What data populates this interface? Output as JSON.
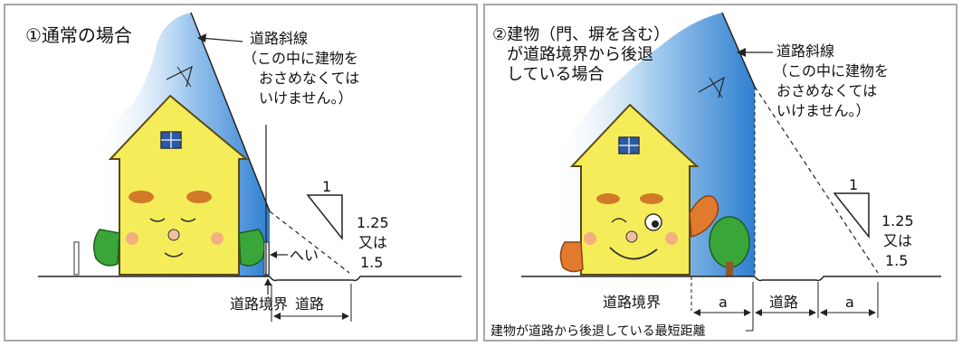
{
  "panel1": {
    "title": "①通常の場合",
    "callout_title": "道路斜線",
    "callout_lines": [
      "（この中に建物を",
      "おさめなくては",
      "いけません。）"
    ],
    "slope_top": "1",
    "slope_side": [
      "1.25",
      "又は",
      "1.5"
    ],
    "fence_label": "へい",
    "boundary_label": "道路境界",
    "road_label": "道路"
  },
  "panel2": {
    "title_lines": [
      "②建物（門、塀を含む）",
      "が道路境界から後退",
      "している場合"
    ],
    "callout_title": "道路斜線",
    "callout_lines": [
      "（この中に建物を",
      "おさめなくては",
      "いけません。）"
    ],
    "slope_top": "1",
    "slope_side": [
      "1.25",
      "又は",
      "1.5"
    ],
    "boundary_label": "道路境界",
    "setback_a_left": "a",
    "road_label": "道路",
    "setback_a_right": "a",
    "setback_note": "建物が道路から後退している最短距離"
  },
  "colors": {
    "sky": "#3f8fd8",
    "house": "#f5ec5a",
    "roof_edge": "#9a8a20",
    "tree": "#3aa63a",
    "hand": "#e07a2c",
    "frame": "#a8a8a8"
  }
}
